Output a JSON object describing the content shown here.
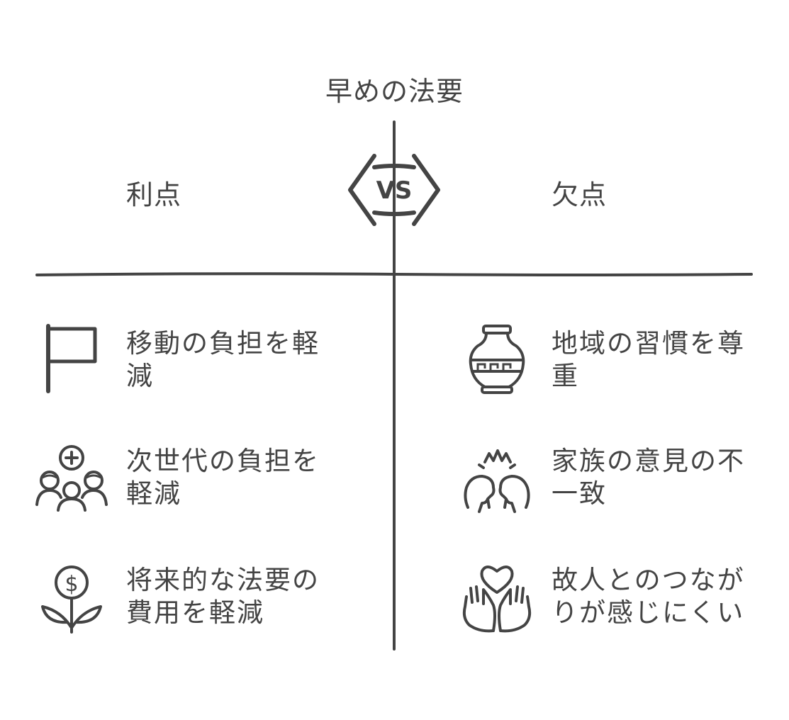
{
  "title": "早めの法要",
  "vs_label": "VS",
  "columns": {
    "left": {
      "heading": "利点",
      "items": [
        {
          "text": "移動の負担を軽減",
          "icon": "flag-icon"
        },
        {
          "text": "次世代の負担を軽減",
          "icon": "people-add-icon"
        },
        {
          "text": "将来的な法要の費用を軽減",
          "icon": "money-plant-icon"
        }
      ]
    },
    "right": {
      "heading": "欠点",
      "items": [
        {
          "text": "地域の習慣を尊重",
          "icon": "vase-icon"
        },
        {
          "text": "家族の意見の不一致",
          "icon": "conflict-heads-icon"
        },
        {
          "text": "故人とのつながりが感じにくい",
          "icon": "heart-hands-icon"
        }
      ]
    }
  },
  "colors": {
    "ink": "#444444",
    "background": "#ffffff"
  }
}
